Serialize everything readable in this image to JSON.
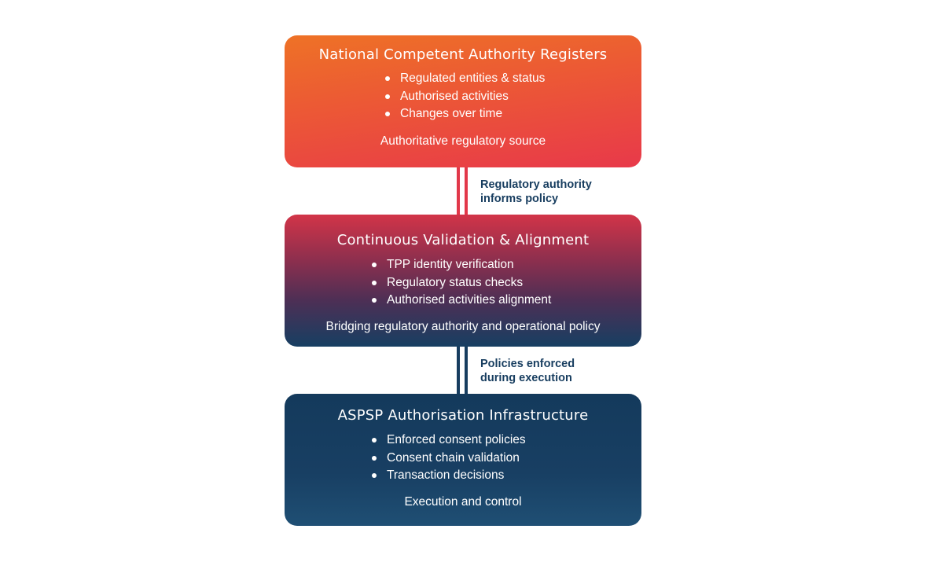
{
  "diagram": {
    "boxes": [
      {
        "title": "National Competent Authority Registers",
        "items": [
          "Regulated entities & status",
          "Authorised activities",
          "Changes over time"
        ],
        "footer": "Authoritative regulatory source"
      },
      {
        "title": "Continuous Validation & Alignment",
        "items": [
          "TPP identity verification",
          "Regulatory status checks",
          "Authorised activities alignment"
        ],
        "footer": "Bridging regulatory authority and operational policy"
      },
      {
        "title": "ASPSP Authorisation Infrastructure",
        "items": [
          "Enforced consent policies",
          "Consent chain validation",
          "Transaction decisions"
        ],
        "footer": "Execution and control"
      }
    ],
    "connectors": [
      {
        "label_lines": [
          "Regulatory authority",
          "informs policy"
        ],
        "color": "#e2384a"
      },
      {
        "label_lines": [
          "Policies enforced",
          "during execution"
        ],
        "color": "#173d5f"
      }
    ],
    "colors": {
      "box1_top": "#ee7226",
      "box1_bottom": "#e8394a",
      "box2_top": "#d23448",
      "box2_bottom": "#173f62",
      "box3": "#183f63",
      "label_text": "#173d5f",
      "box_text": "#ffffff"
    }
  }
}
